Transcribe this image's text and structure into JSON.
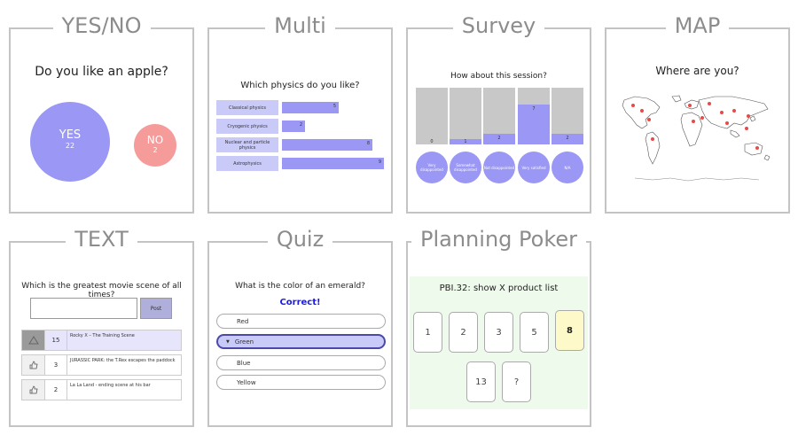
{
  "cards": {
    "yesno": {
      "title": "YES/NO",
      "question": "Do you like an apple?",
      "yes_label": "YES",
      "yes_count": "22",
      "no_label": "NO",
      "no_count": "2"
    },
    "multi": {
      "title": "Multi",
      "question": "Which physics do you like?",
      "options": [
        {
          "label": "Classical physics",
          "value": "5"
        },
        {
          "label": "Cryogenic physics",
          "value": "2"
        },
        {
          "label": "Nuclear and particle physics",
          "value": "8"
        },
        {
          "label": "Astrophysics",
          "value": "9"
        }
      ]
    },
    "survey": {
      "title": "Survey",
      "question": "How about this session?",
      "options": [
        {
          "label": "Very disappointed",
          "value": "0"
        },
        {
          "label": "Somewhat disappointed",
          "value": "1"
        },
        {
          "label": "Not disappointed",
          "value": "2"
        },
        {
          "label": "Very satisfied",
          "value": "7"
        },
        {
          "label": "N/A",
          "value": "2"
        }
      ]
    },
    "map": {
      "title": "MAP",
      "question": "Where are you?"
    },
    "text": {
      "title": "TEXT",
      "question": "Which is the greatest movie scene of all times?",
      "post_label": "Post",
      "entries": [
        {
          "count": "15",
          "text": "Rocky X – The Training Scene"
        },
        {
          "count": "3",
          "text": "JURASSIC PARK: the T.Rex escapes the paddock"
        },
        {
          "count": "2",
          "text": "La La Land - ending scene at his bar"
        }
      ]
    },
    "quiz": {
      "title": "Quiz",
      "question": "What is the color of an emerald?",
      "result": "Correct!",
      "options": [
        "Red",
        "Green",
        "Blue",
        "Yellow"
      ],
      "selected": "Green"
    },
    "poker": {
      "title": "Planning Poker",
      "item": "PBI.32: show X product list",
      "cards": [
        "1",
        "2",
        "3",
        "5",
        "8",
        "13",
        "?"
      ],
      "selected": "8"
    }
  },
  "colors": {
    "accent": "#9a97f5",
    "no": "#f59b9a",
    "label_bg": "#c9caf7",
    "poker_bg": "#eefaeb",
    "poker_selected": "#fdf9c8",
    "correct": "#1a1aee"
  }
}
